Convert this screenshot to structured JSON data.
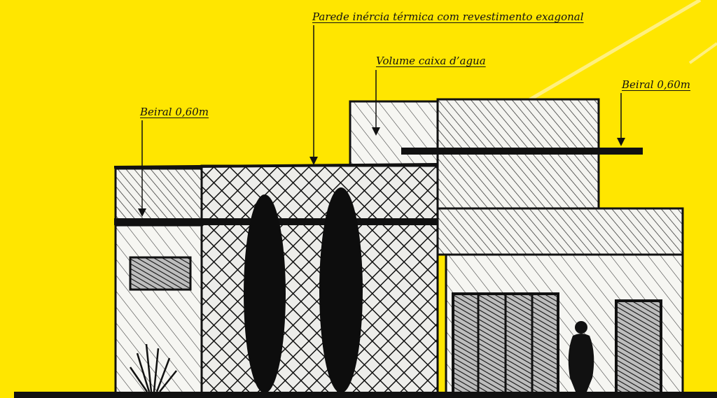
{
  "annotations": {
    "wall_label": "Parede inércia térmica com revestimento exagonal",
    "water_tank_label": "Volume caixa d’agua",
    "eave_left_label": "Beiral 0,60m",
    "eave_right_label": "Beiral 0,60m"
  },
  "colors": {
    "background": "#FFE600",
    "ink": "#111111",
    "paper": "#F4F4F0"
  }
}
